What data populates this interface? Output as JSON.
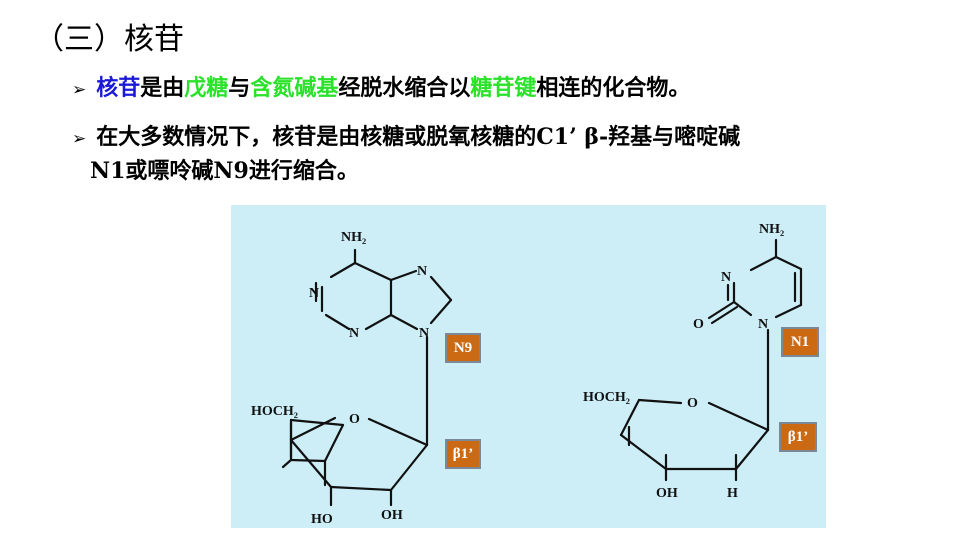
{
  "title": "（三）核苷",
  "bullet1": {
    "marker": "➢",
    "segments": [
      {
        "text": "核苷",
        "color": "blue"
      },
      {
        "text": "是由",
        "color": "black"
      },
      {
        "text": "戊糖",
        "color": "green"
      },
      {
        "text": "与",
        "color": "black"
      },
      {
        "text": "含氮碱基",
        "color": "green"
      },
      {
        "text": "经脱水缩合以",
        "color": "black"
      },
      {
        "text": "糖苷键",
        "color": "green"
      },
      {
        "text": "相连的化合物。",
        "color": "black"
      }
    ]
  },
  "bullet2": {
    "marker": "➢",
    "line1": "在大多数情况下，核苷是由核糖或脱氧核糖的C1’ β-羟基与嘧啶碱",
    "line2": "N1或嘌呤碱N9进行缩合。"
  },
  "figure": {
    "left": {
      "nh2": "NH₂",
      "n_labels": [
        "N",
        "N",
        "N",
        "N"
      ],
      "hoch2": "HOCH₂",
      "o": "O",
      "ho": "HO",
      "oh": "OH",
      "tag_n": "N9",
      "tag_beta": "β1’"
    },
    "right": {
      "nh2": "NH₂",
      "n_top": "N",
      "n_bottom": "N",
      "o_carbonyl": "O",
      "hoch2": "HOCH₂",
      "o": "O",
      "oh": "OH",
      "h": "H",
      "tag_n": "N1",
      "tag_beta": "β1’"
    }
  },
  "colors": {
    "blue": "#1a1ad6",
    "green": "#29e229",
    "panel": "#cdeef7",
    "tag": "#cc6a14"
  }
}
